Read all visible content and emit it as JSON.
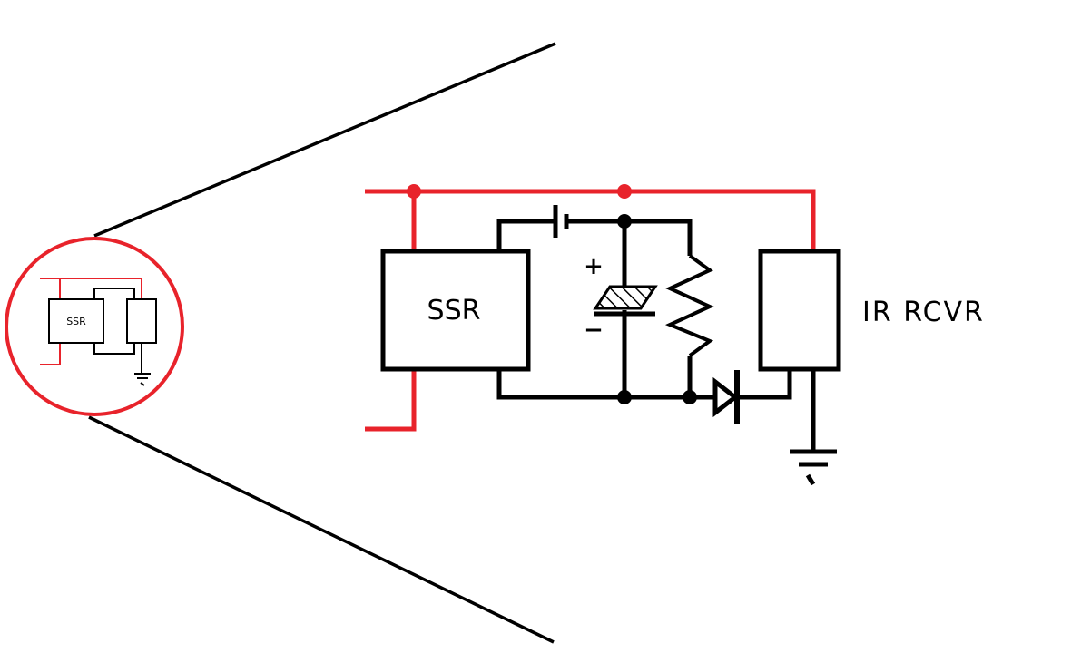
{
  "colors": {
    "background": "#ffffff",
    "ink": "#000000",
    "supply": "#e8232b"
  },
  "inset": {
    "ssr_label": "SSR"
  },
  "schematic": {
    "ssr_label": "SSR",
    "ir_receiver_label": "IR RCVR",
    "capacitor_plus": "+",
    "capacitor_minus": "−"
  }
}
